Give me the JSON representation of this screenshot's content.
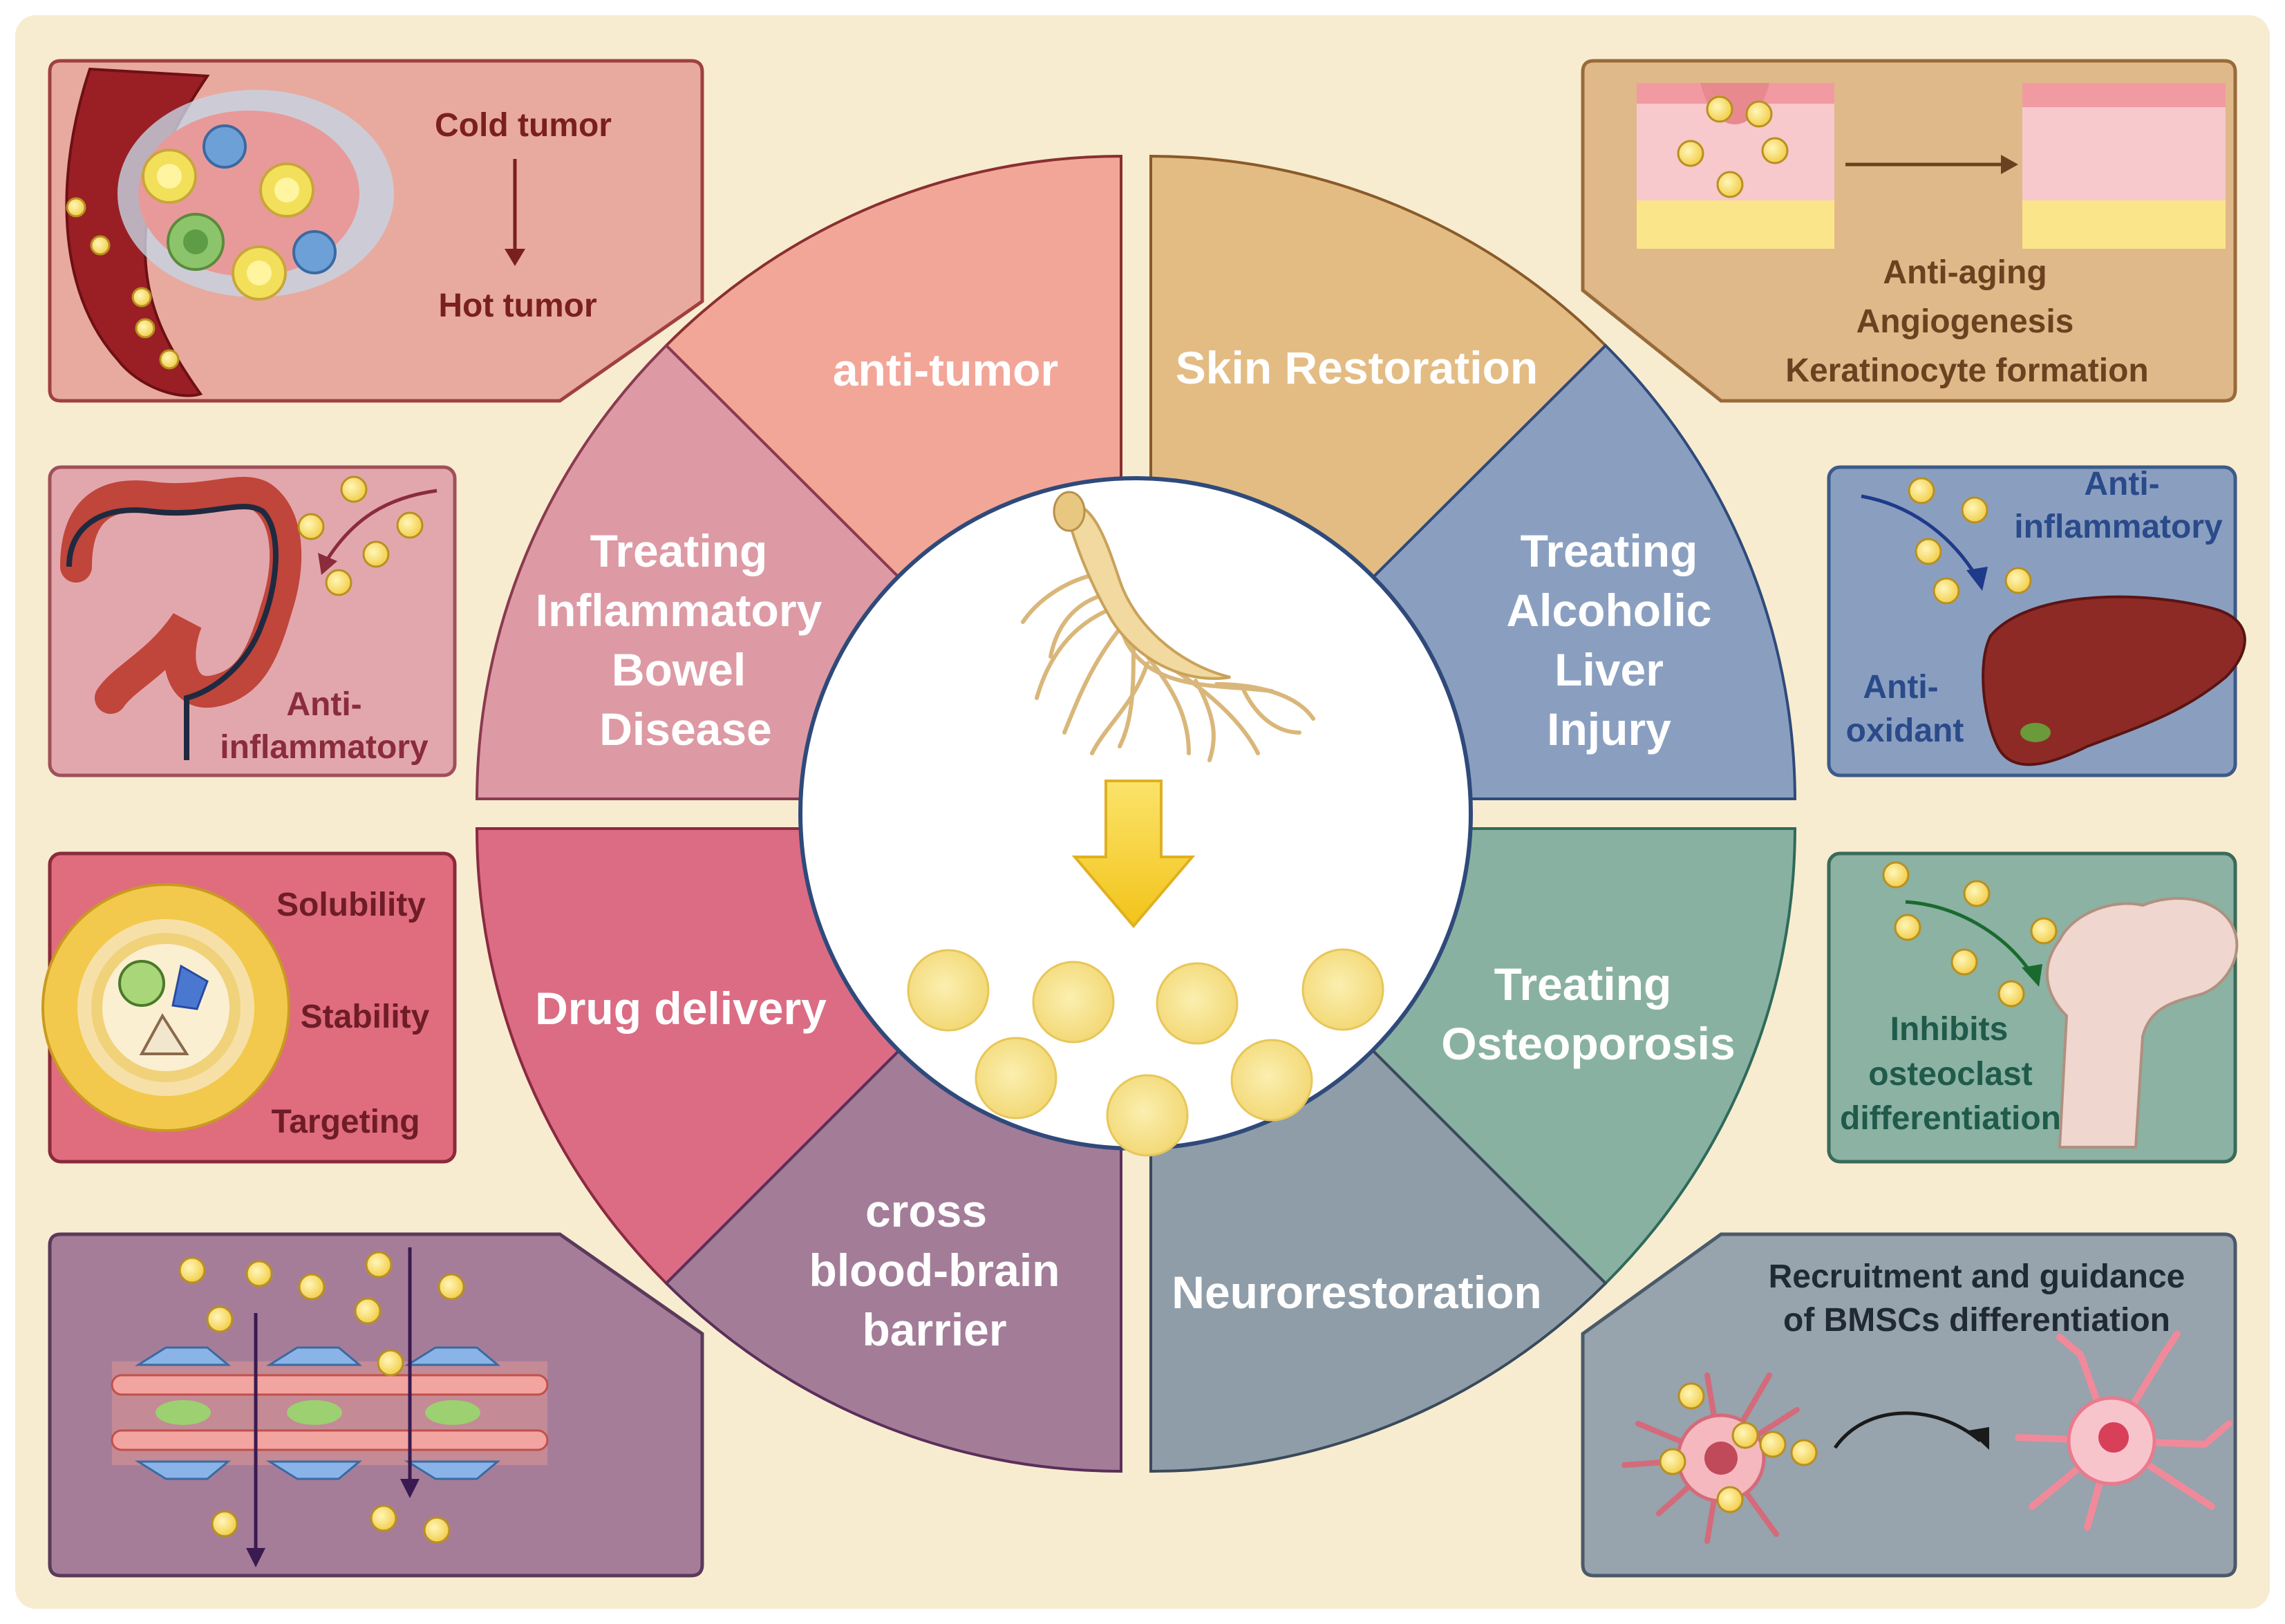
{
  "segments": {
    "anti_tumor": {
      "label": "anti-tumor",
      "color": "#f2a698"
    },
    "skin": {
      "label": "Skin Restoration",
      "color": "#e3bc84"
    },
    "ibd": {
      "lines": [
        "Treating",
        "Inflammatory",
        "Bowel",
        "Disease"
      ],
      "color": "#dd9aa4"
    },
    "liver": {
      "lines": [
        "Treating",
        "Alcoholic",
        "Liver",
        "Injury"
      ],
      "color": "#8a9fc0"
    },
    "drug": {
      "label": "Drug delivery",
      "color": "#db6c84"
    },
    "osteo": {
      "lines": [
        "Treating",
        "Osteoporosis"
      ],
      "color": "#89b1a1"
    },
    "bbb": {
      "lines": [
        "cross",
        "blood-brain",
        "barrier"
      ],
      "color": "#a37c98"
    },
    "neuro": {
      "label": "Neurorestoration",
      "color": "#8f9da9"
    }
  },
  "boxes": {
    "tumor": {
      "cold": "Cold tumor",
      "hot": "Hot tumor",
      "color": "#e8aa9e",
      "border": "#a04040",
      "text_color": "#7a1f1f"
    },
    "skin": {
      "lines": [
        "Anti-aging",
        "Angiogenesis",
        "Keratinocyte formation"
      ],
      "color": "#e0b98a",
      "border": "#9a6a3a",
      "text_color": "#6b4220"
    },
    "ibd": {
      "lines": [
        "Anti-",
        "inflammatory"
      ],
      "color": "#e2a7ad",
      "border": "#a0505a",
      "text_color": "#8a2c3c"
    },
    "liver": {
      "anti_inflammatory": [
        "Anti-",
        "inflammatory"
      ],
      "antioxidant": [
        "Anti-",
        "oxidant"
      ],
      "color": "#8a9fc0",
      "border": "#3c5a8a",
      "text_color": "#2a4a8a"
    },
    "drug": {
      "lines": [
        "Solubility",
        "Stability",
        "Targeting"
      ],
      "color": "#df6d7d",
      "border": "#8a2a3a",
      "text_color": "#6e1c28"
    },
    "osteo": {
      "lines": [
        "Inhibits",
        "osteoclast",
        "differentiation"
      ],
      "color": "#8bb2a3",
      "border": "#3a6a5a",
      "text_color": "#1f5a4a"
    },
    "bbb": {
      "color": "#a67d99",
      "border": "#5a3a5a"
    },
    "neuro": {
      "lines": [
        "Recruitment and guidance",
        "of BMSCs differentiation"
      ],
      "color": "#97a3ad",
      "border": "#4a5a6a",
      "text_color": "#1f2a35"
    }
  },
  "colors": {
    "background": "#f7ecd0",
    "nanoparticle": "#f6d85a",
    "center_fill": "#ffffff",
    "center_ring": "#2f4a7a"
  }
}
